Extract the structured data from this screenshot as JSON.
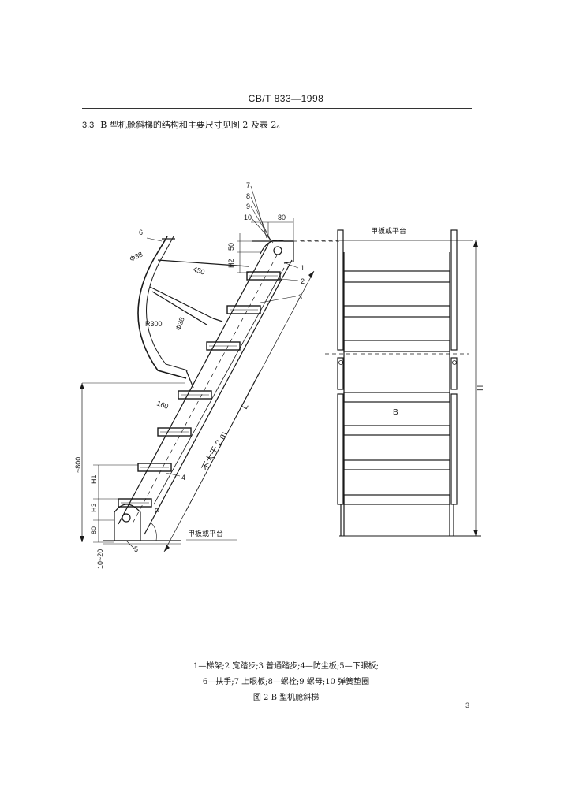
{
  "header": {
    "standard": "CB/T  833—1998"
  },
  "section": {
    "number": "3.3",
    "text": "B 型机舱斜梯的结构和主要尺寸见图 2 及表 2。"
  },
  "figure": {
    "callouts": [
      "1",
      "2",
      "3",
      "4",
      "5",
      "6",
      "7",
      "8",
      "9",
      "10"
    ],
    "dimensions": {
      "d80_top": "80",
      "d50": "50",
      "h2": "H2",
      "d450": "450",
      "phi38_a": "Φ38",
      "phi38_b": "Φ38",
      "r300": "R300",
      "d160": "160",
      "h1": "H1",
      "h3": "H3",
      "d80_bottom": "80",
      "approx800": "~800",
      "d10_20": "10~20",
      "alpha": "α",
      "not_less_2m": "不大于 2 m",
      "length_l": "L",
      "height_h": "H",
      "width_b": "B"
    },
    "deck_label_top": "甲板或平台",
    "deck_label_bottom": "甲板或平台"
  },
  "legend": {
    "line1": "1—梯架;2  宽踏步;3  普通踏步;4—防尘板;5—下眼板;",
    "line2": "6—扶手;7  上眼板;8—螺栓;9  螺母;10  弹簧垫圈",
    "caption": "图 2  B 型机舱斜梯"
  },
  "page_number": "3"
}
